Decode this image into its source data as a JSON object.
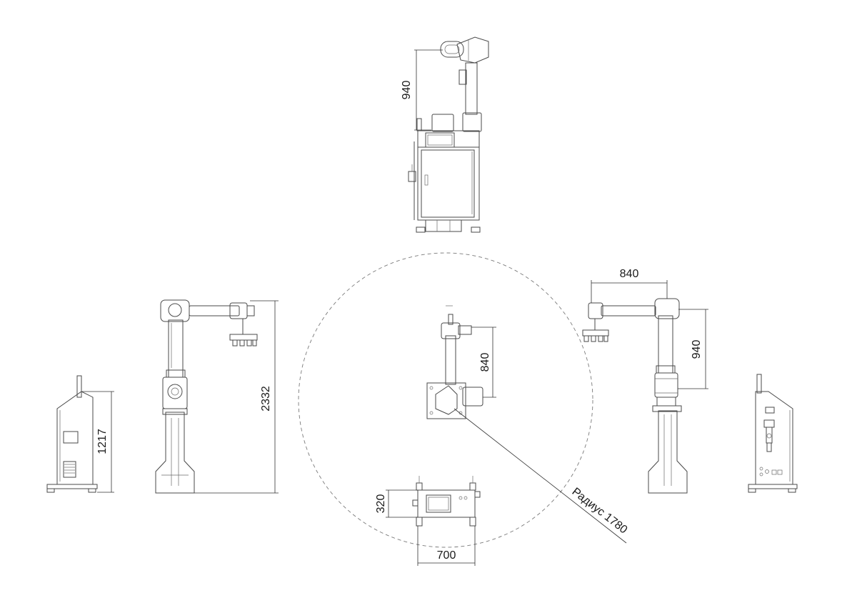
{
  "dimensions": {
    "top_view_height": "940",
    "left_side_height": "1217",
    "front_height": "2332",
    "plan_arm_length": "840",
    "base_depth": "320",
    "base_width": "700",
    "right_reach": "840",
    "right_height": "940",
    "radius_label": "Радиус 1780"
  },
  "colors": {
    "line": "#4a4a4a",
    "text": "#1a1a1a",
    "reach_circle": "#7a7a7a"
  }
}
